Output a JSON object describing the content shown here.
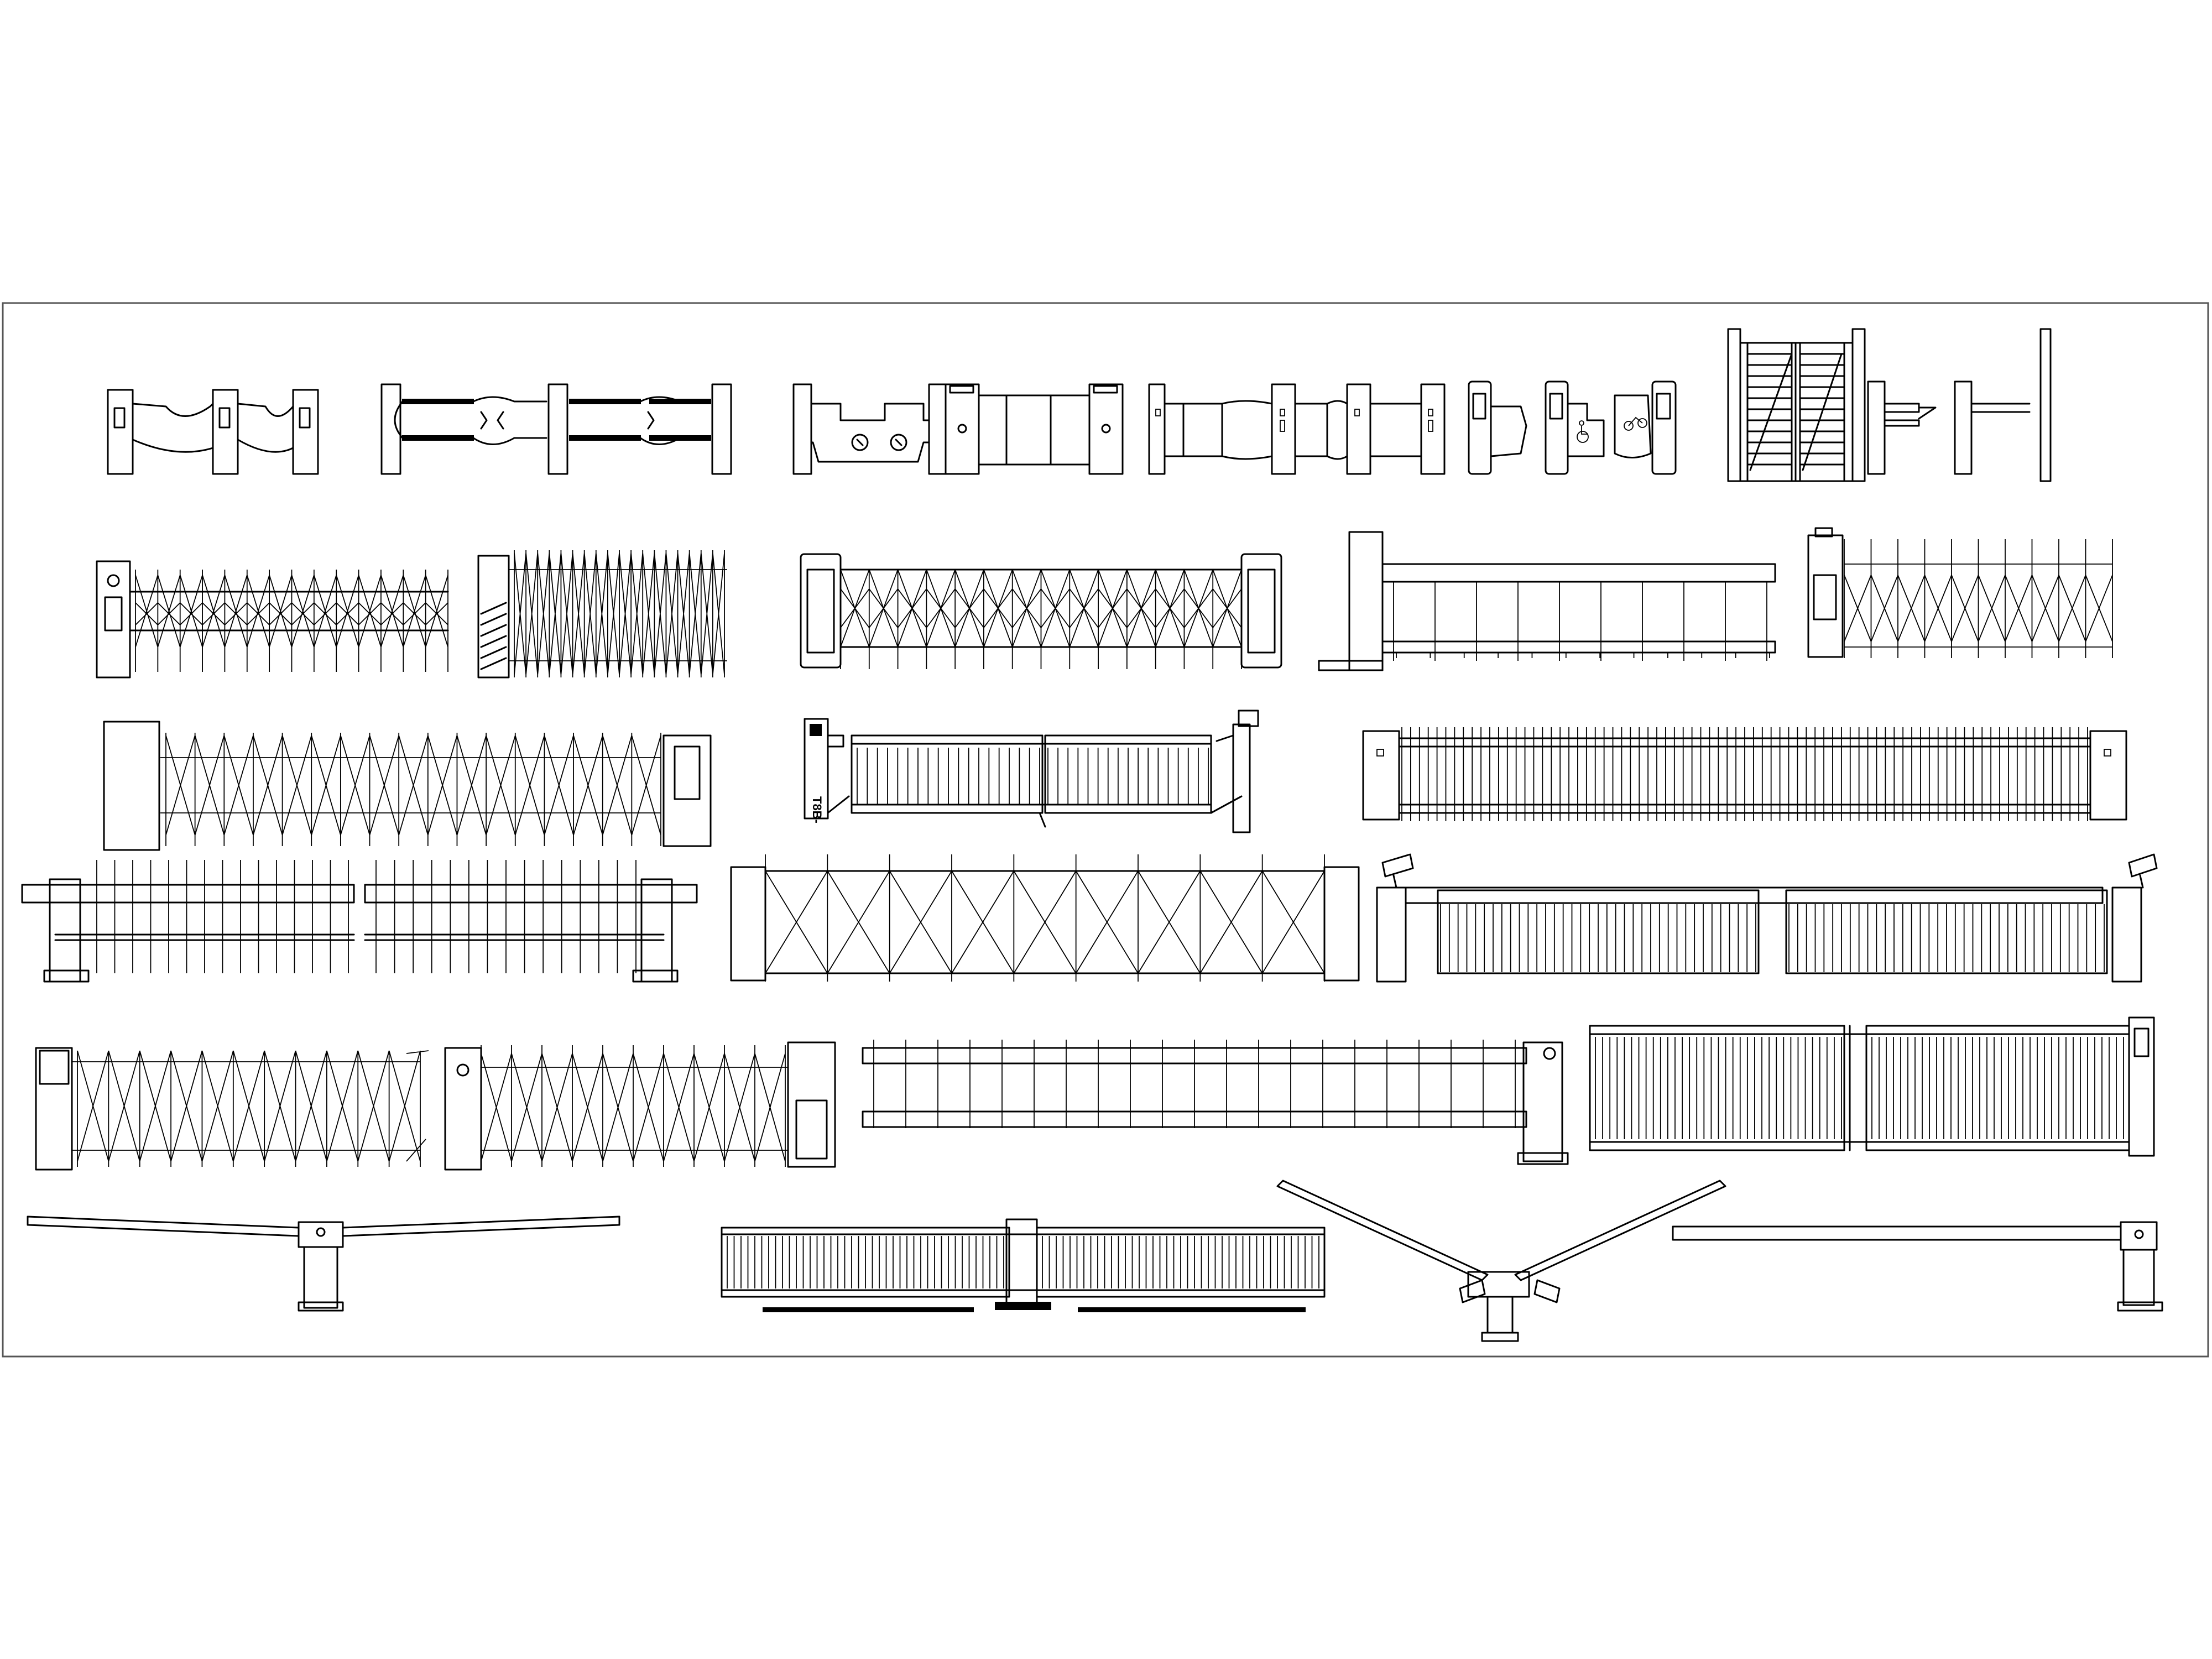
{
  "sheet": {
    "title": "",
    "background": "#ffffff",
    "line_color": "#000000",
    "frame_color": "#555555"
  },
  "labels": {
    "cabinet_text": "T8B-"
  },
  "symbols": {
    "accessible_icon": "wheelchair-icon",
    "bicycle_icon": "bicycle-icon",
    "cctv_icon": "cctv-camera-icon"
  },
  "groups": [
    {
      "id": "turnstiles",
      "row": 1,
      "items": [
        "wing-gate",
        "swing-gate",
        "flap-barrier",
        "speed-gate",
        "accessible-gate",
        "full-height-turnstile",
        "tripod-turnstile"
      ]
    },
    {
      "id": "retractable-gates-a",
      "row": 2,
      "items": [
        "retractable-gate",
        "retractable-gate-dense",
        "lattice-gate",
        "fence-boom-gate",
        "retractable-gate-spiked"
      ]
    },
    {
      "id": "retractable-gates-b",
      "row": 3,
      "items": [
        "retractable-gate-long",
        "sliding-gate-double",
        "picket-gate-long"
      ]
    },
    {
      "id": "fence-barriers",
      "row": 4,
      "items": [
        "fence-barrier-pair",
        "lattice-gate-large",
        "sliding-gate-cctv"
      ]
    },
    {
      "id": "mixed-gates",
      "row": 5,
      "items": [
        "retractable-gate-open",
        "retractable-gate-cabinet",
        "fence-boom-long",
        "sliding-gate-wheeled"
      ]
    },
    {
      "id": "boom-barriers",
      "row": 6,
      "items": [
        "boom-barrier-double",
        "sliding-gate-track",
        "boom-barrier-raised",
        "boom-barrier-single"
      ]
    }
  ]
}
